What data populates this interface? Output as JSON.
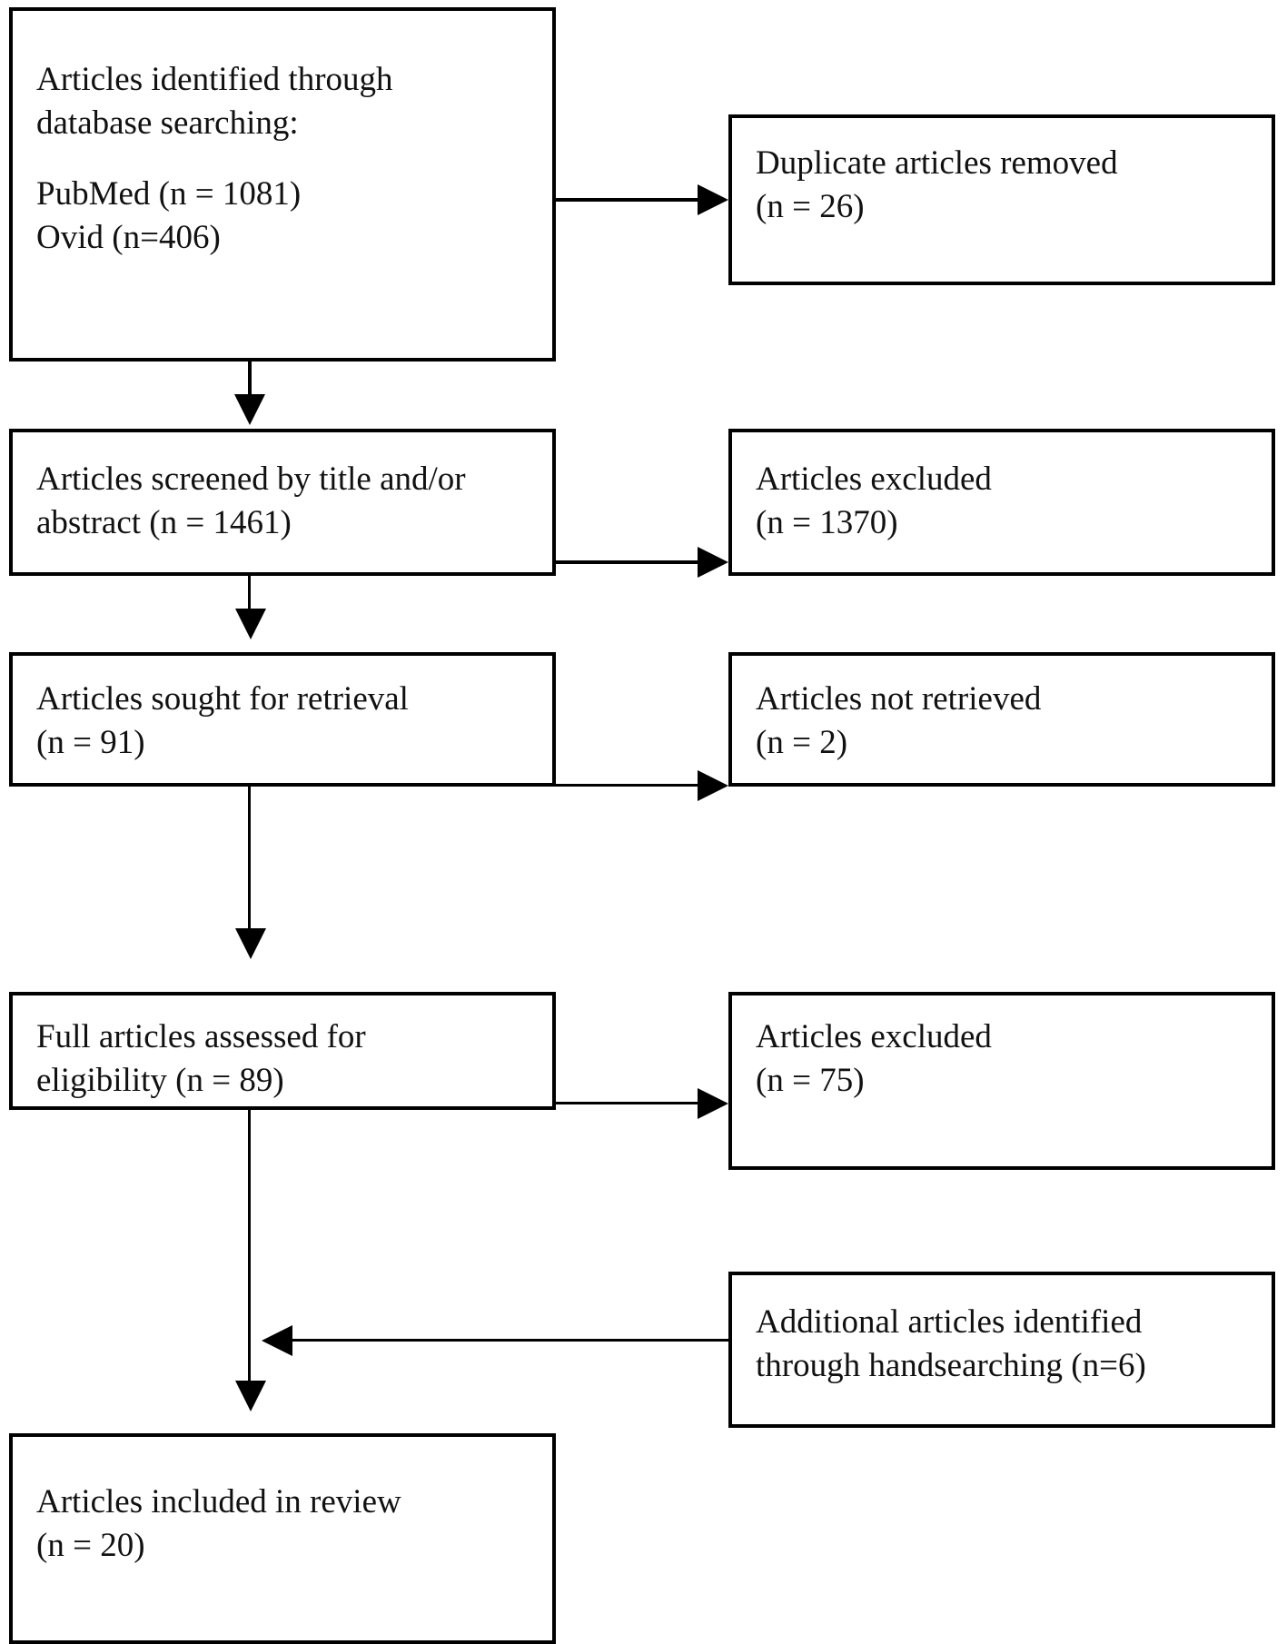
{
  "diagram": {
    "type": "prisma-flow-diagram",
    "boxes": {
      "identified": {
        "line1": "Articles identified through",
        "line2": "database searching:",
        "line3": "PubMed (n = 1081)",
        "line4": "Ovid (n=406)"
      },
      "duplicates": {
        "line1": "Duplicate articles removed",
        "line2": "(n = 26)"
      },
      "screened": {
        "line1": "Articles screened by title and/or",
        "line2": "abstract (n = 1461)"
      },
      "excluded_screening": {
        "line1": "Articles excluded",
        "line2": "(n = 1370)"
      },
      "sought": {
        "line1": "Articles sought for retrieval",
        "line2": "(n = 91)"
      },
      "not_retrieved": {
        "line1": "Articles not retrieved",
        "line2": "(n = 2)"
      },
      "full_assessed": {
        "line1": "Full articles assessed for",
        "line2": "eligibility (n = 89)"
      },
      "excluded_eligibility": {
        "line1": "Articles excluded",
        "line2": "(n = 75)"
      },
      "handsearch": {
        "line1": "Additional articles identified",
        "line2": "through handsearching (n=6)"
      },
      "included": {
        "line1": "Articles included in review",
        "line2": "(n = 20)"
      }
    },
    "counts": {
      "pubmed": 1081,
      "ovid": 406,
      "duplicates_removed": 26,
      "screened": 1461,
      "excluded_screening": 1370,
      "sought_for_retrieval": 91,
      "not_retrieved": 2,
      "full_assessed": 89,
      "excluded_eligibility": 75,
      "handsearch_additional": 6,
      "included": 20
    },
    "colors": {
      "border": "#000000",
      "text": "#111111",
      "background": "#ffffff"
    }
  }
}
